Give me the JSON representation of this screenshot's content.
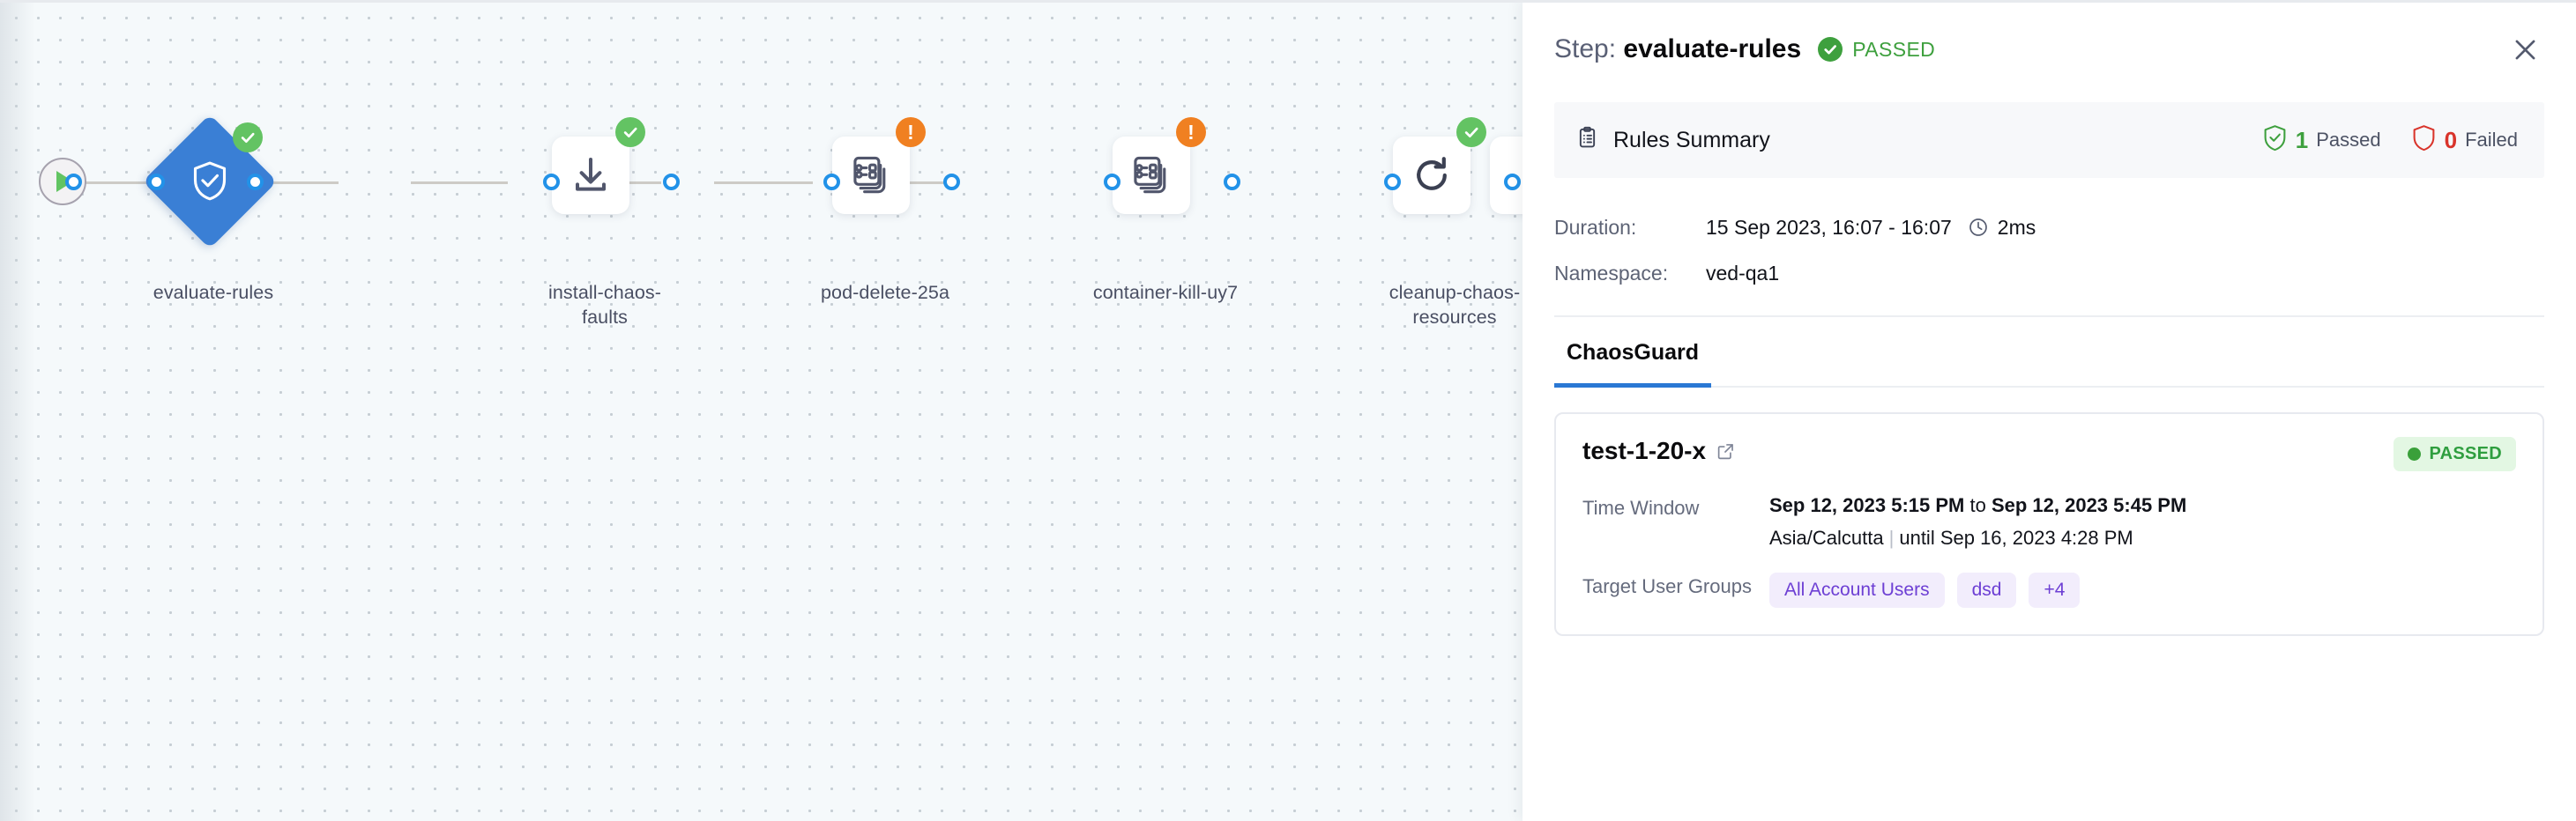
{
  "canvas": {
    "start_node": {
      "name": "start-node",
      "icon": "play-icon"
    },
    "nodes": [
      {
        "label": "evaluate-rules",
        "icon": "shield-check-icon",
        "status": "success",
        "shape": "diamond",
        "selected": true
      },
      {
        "label": "install-chaos-\nfaults",
        "icon": "download-icon",
        "status": "success",
        "shape": "square",
        "selected": false
      },
      {
        "label": "pod-delete-25a",
        "icon": "chaos-faults-icon",
        "status": "warning",
        "shape": "square",
        "selected": false
      },
      {
        "label": "container-kill-uy7",
        "icon": "chaos-faults-icon",
        "status": "warning",
        "shape": "square",
        "selected": false
      },
      {
        "label": "cleanup-chaos-\nresources",
        "icon": "refresh-icon",
        "status": "success",
        "shape": "square",
        "selected": false
      }
    ]
  },
  "panel": {
    "header": {
      "step_label": "Step:",
      "step_name": "evaluate-rules",
      "status_text": "PASSED",
      "status_color": "#3ea03e",
      "close_label": "close-icon"
    },
    "rules_summary": {
      "title": "Rules Summary",
      "passed_count": "1",
      "passed_label": "Passed",
      "failed_count": "0",
      "failed_label": "Failed"
    },
    "details": [
      {
        "key": "Duration:",
        "value": "15 Sep 2023, 16:07 - 16:07",
        "extra": "2ms",
        "has_clock": true
      },
      {
        "key": "Namespace:",
        "value": "ved-qa1",
        "extra": "",
        "has_clock": false
      }
    ],
    "tabs": [
      {
        "label": "ChaosGuard",
        "active": true
      }
    ],
    "card": {
      "title": "test-1-20-x",
      "badge": "PASSED",
      "badge_bg": "#e3f7e3",
      "badge_color": "#2f9e3f",
      "rows": [
        {
          "key": "Time Window",
          "value_prefix": "Sep 12, 2023 5:15 PM",
          "value_join": " to ",
          "value_suffix": "Sep 12, 2023 5:45 PM",
          "sub_tz": "Asia/Calcutta",
          "sub_rest": "until Sep 16, 2023 4:28 PM"
        }
      ],
      "target_groups_key": "Target User Groups",
      "target_groups": [
        "All Account Users",
        "dsd",
        "+4"
      ]
    }
  },
  "colors": {
    "accent_blue": "#2a78d4",
    "node_blue": "#3a7fd5",
    "success_green": "#3ea03e",
    "warn_orange": "#f08021",
    "fail_red": "#d9342b",
    "chip_purple": "#6d3fd4",
    "canvas_bg": "#f5f9fb"
  }
}
